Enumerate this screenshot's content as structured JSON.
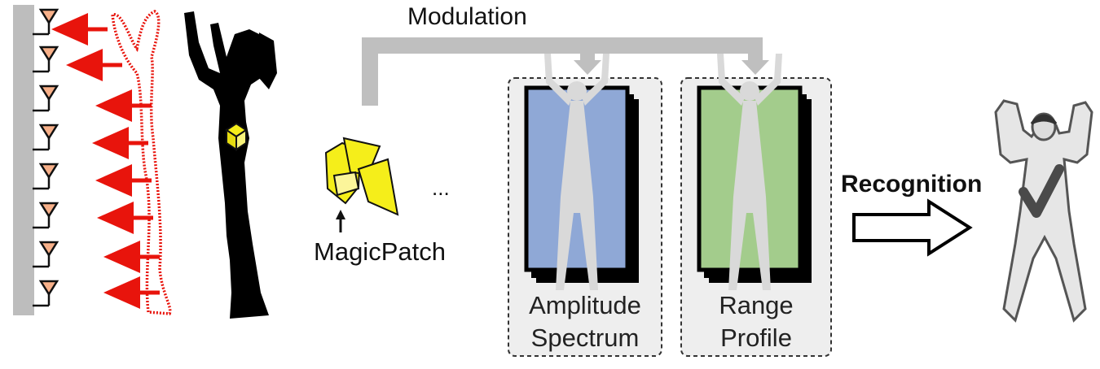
{
  "labels": {
    "modulation": "Modulation",
    "magicpatch": "MagicPatch",
    "ellipsis": "...",
    "recognition": "Recognition",
    "amplitude_line1": "Amplitude",
    "amplitude_line2": "Spectrum",
    "range_line1": "Range",
    "range_line2": "Profile"
  },
  "colors": {
    "wall": "#bdbdbd",
    "signal_arrow": "#e8140c",
    "reflection": "#e8140c",
    "antenna_fill": "#f7b089",
    "patch_fill": "#f5ee1a",
    "modulation_path": "#bfbfbf",
    "amplitude_card": "#8fa8d6",
    "range_card": "#a3cc8c",
    "box_bg": "#eeeeee"
  },
  "icons": {
    "antenna": "antenna-icon",
    "patch": "magicpatch-icon",
    "result": "checkmark-icon"
  }
}
